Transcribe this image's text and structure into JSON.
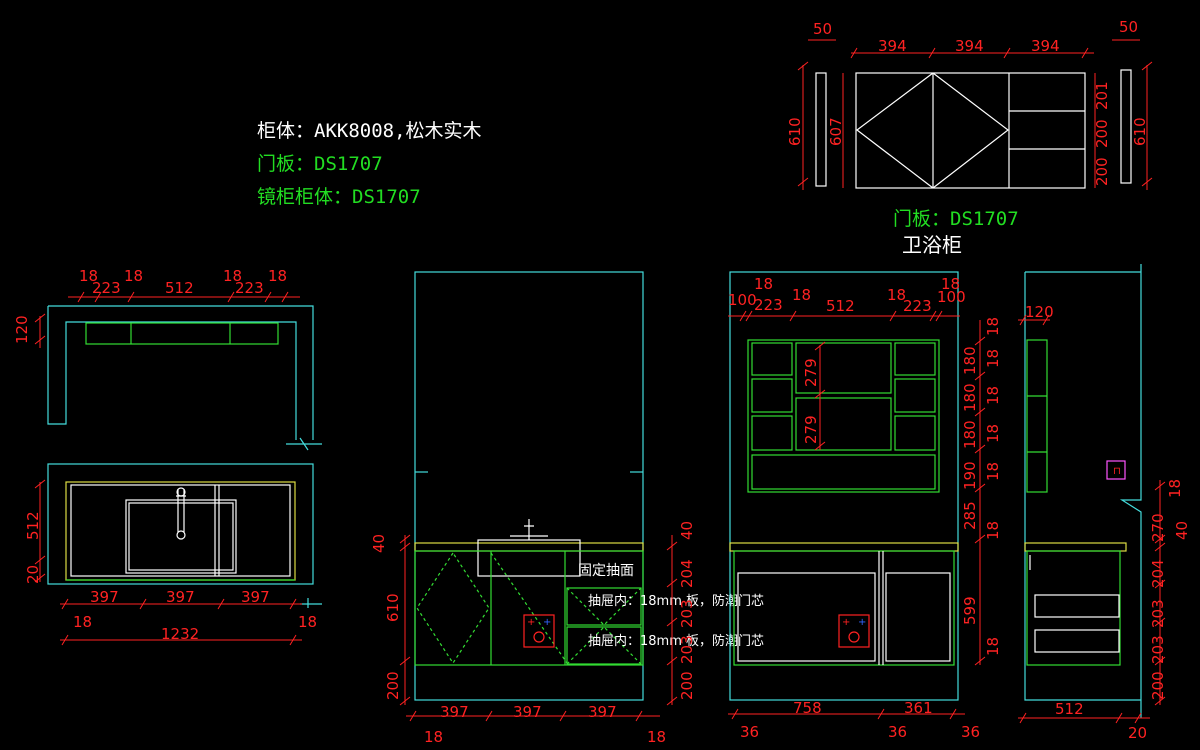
{
  "notes": {
    "cabinet_body": "柜体：AKK8008,松木实木",
    "door_panel": "门板：DS1707",
    "mirror_body": "镜柜柜体：DS1707",
    "top_door": "门板：DS1707",
    "title": "卫浴柜",
    "fixed_drawer": "固定抽面",
    "tiny_note_a": "抽屉内：18mm 板，防潮门芯",
    "tiny_note_b": "抽屉内：18mm 板，防潮门芯"
  },
  "dims": {
    "d50": "50",
    "d394": "394",
    "d610": "610",
    "d607": "607",
    "d201": "201",
    "d200": "200",
    "d18": "18",
    "d223": "223",
    "d512": "512",
    "d120": "120",
    "d20": "20",
    "d397": "397",
    "d1232": "1232",
    "d40": "40",
    "d204": "204",
    "d203": "203",
    "d100": "100",
    "d279": "279",
    "d180": "180",
    "d190": "190",
    "d285": "285",
    "d599": "599",
    "d270": "270",
    "d758": "758",
    "d361": "361",
    "d36": "36"
  },
  "colors": {
    "outline": "#44dddd",
    "cabinet": "#33dd33",
    "dimension": "#ff2222",
    "countertop": "#dddd44",
    "text_white": "#ffffff",
    "text_green": "#22dd22"
  }
}
